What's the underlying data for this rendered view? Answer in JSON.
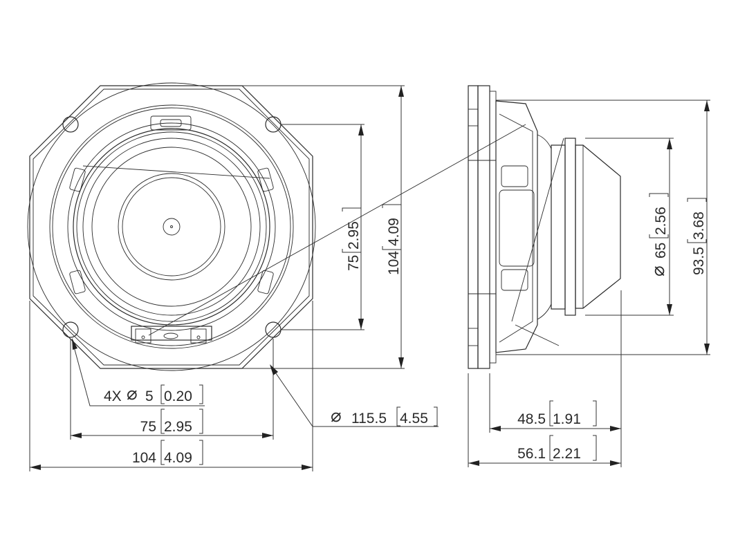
{
  "front_view": {
    "hole_callout": {
      "count": "4X",
      "symbol": "⌀",
      "value": "5",
      "inch": "0.20"
    },
    "hole_spacing_horizontal": {
      "value": "75",
      "inch": "2.95"
    },
    "frame_width": {
      "value": "104",
      "inch": "4.09"
    },
    "hole_spacing_vertical": {
      "value": "75",
      "inch": "2.95"
    },
    "frame_height": {
      "value": "104",
      "inch": "4.09"
    },
    "outer_diameter": {
      "symbol": "⌀",
      "value": "115.5",
      "inch": "4.55"
    }
  },
  "side_view": {
    "magnet_diameter": {
      "symbol": "⌀",
      "value": "65",
      "inch": "2.56"
    },
    "basket_diameter": {
      "value": "93.5",
      "inch": "3.68"
    },
    "mounting_depth": {
      "value": "48.5",
      "inch": "1.91"
    },
    "overall_depth": {
      "value": "56.1",
      "inch": "2.21"
    }
  }
}
